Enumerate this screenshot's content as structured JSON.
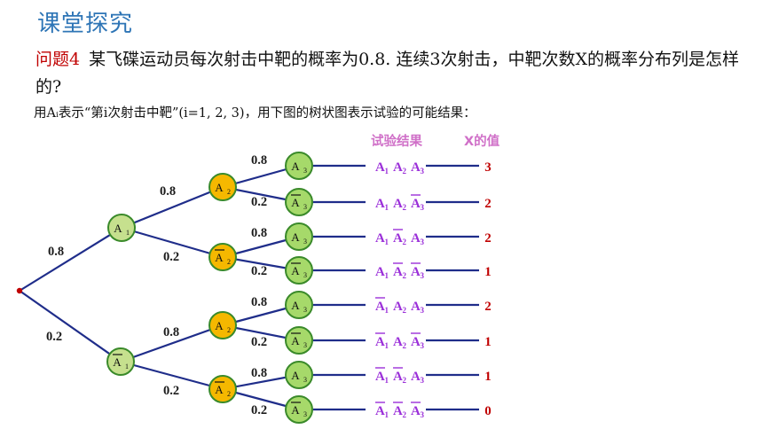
{
  "section_title": "课堂探究",
  "question": {
    "label": "问题4",
    "text": "某飞碟运动员每次射击中靶的概率为0.8. 连续3次射击，中靶次数X的概率分布列是怎样的?"
  },
  "description": "用Aᵢ表示“第i次射击中靶”(i=1, 2, 3)，用下图的树状图表示试验的可能结果：",
  "tree": {
    "header_result": "试验结果",
    "header_x": "X的值",
    "root_probs": [
      "0.8",
      "0.2"
    ],
    "level1": [
      {
        "base": "A",
        "sub": "1",
        "neg": false
      },
      {
        "base": "A",
        "sub": "1",
        "neg": true
      }
    ],
    "level1_probs": [
      "0.8",
      "0.2",
      "0.8",
      "0.2"
    ],
    "level2": [
      {
        "base": "A",
        "sub": "2",
        "neg": false
      },
      {
        "base": "A",
        "sub": "2",
        "neg": true
      },
      {
        "base": "A",
        "sub": "2",
        "neg": false
      },
      {
        "base": "A",
        "sub": "2",
        "neg": true
      }
    ],
    "level2_probs": [
      "0.8",
      "0.2",
      "0.8",
      "0.2",
      "0.8",
      "0.2",
      "0.8",
      "0.2"
    ],
    "leaves": [
      {
        "base": "A",
        "sub": "3",
        "neg": false
      },
      {
        "base": "A",
        "sub": "3",
        "neg": true
      },
      {
        "base": "A",
        "sub": "3",
        "neg": false
      },
      {
        "base": "A",
        "sub": "3",
        "neg": true
      },
      {
        "base": "A",
        "sub": "3",
        "neg": false
      },
      {
        "base": "A",
        "sub": "3",
        "neg": true
      },
      {
        "base": "A",
        "sub": "3",
        "neg": false
      },
      {
        "base": "A",
        "sub": "3",
        "neg": true
      }
    ],
    "outcomes": [
      {
        "neg": [
          false,
          false,
          false
        ],
        "x": "3"
      },
      {
        "neg": [
          false,
          false,
          true
        ],
        "x": "2"
      },
      {
        "neg": [
          false,
          true,
          false
        ],
        "x": "2"
      },
      {
        "neg": [
          false,
          true,
          true
        ],
        "x": "1"
      },
      {
        "neg": [
          true,
          false,
          false
        ],
        "x": "2"
      },
      {
        "neg": [
          true,
          false,
          true
        ],
        "x": "1"
      },
      {
        "neg": [
          true,
          true,
          false
        ],
        "x": "1"
      },
      {
        "neg": [
          true,
          true,
          true
        ],
        "x": "0"
      }
    ],
    "colors": {
      "line": "#1f2d8a",
      "node_level1": "#c6e08e",
      "node_level2": "#f5b800",
      "node_level3": "#a6d96a",
      "node_border": "#3a8a2a",
      "outcome": "#9b30d9",
      "x_value": "#c00000",
      "header": "#d070c8",
      "root": "#c00000"
    }
  }
}
